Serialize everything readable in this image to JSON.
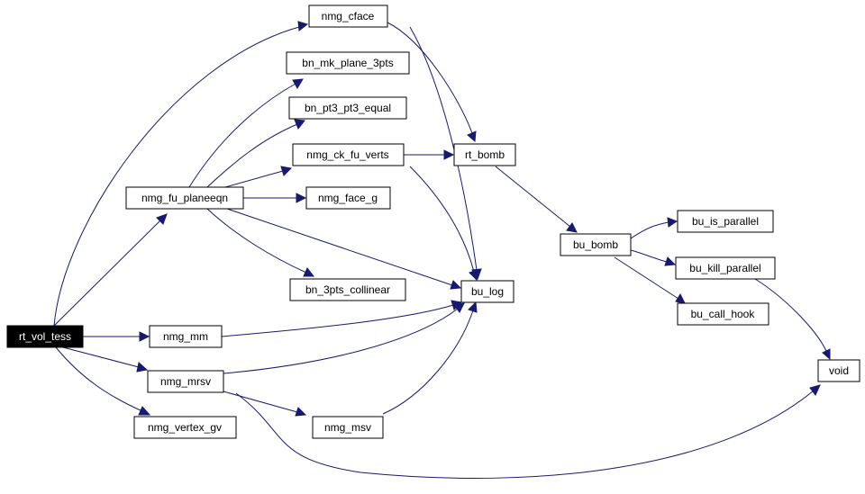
{
  "colors": {
    "edge": "#191970",
    "root_fill": "#000000",
    "root_text": "#ffffff",
    "node_fill": "#ffffff",
    "node_text": "#000000"
  },
  "nodes": {
    "rt_vol_tess": "rt_vol_tess",
    "nmg_cface": "nmg_cface",
    "bn_mk_plane_3pts": "bn_mk_plane_3pts",
    "bn_pt3_pt3_equal": "bn_pt3_pt3_equal",
    "nmg_ck_fu_verts": "nmg_ck_fu_verts",
    "nmg_fu_planeeqn": "nmg_fu_planeeqn",
    "nmg_face_g": "nmg_face_g",
    "bn_3pts_collinear": "bn_3pts_collinear",
    "rt_bomb": "rt_bomb",
    "bu_log": "bu_log",
    "nmg_mm": "nmg_mm",
    "nmg_mrsv": "nmg_mrsv",
    "nmg_vertex_gv": "nmg_vertex_gv",
    "nmg_msv": "nmg_msv",
    "bu_bomb": "bu_bomb",
    "bu_is_parallel": "bu_is_parallel",
    "bu_kill_parallel": "bu_kill_parallel",
    "bu_call_hook": "bu_call_hook",
    "void": "void"
  }
}
